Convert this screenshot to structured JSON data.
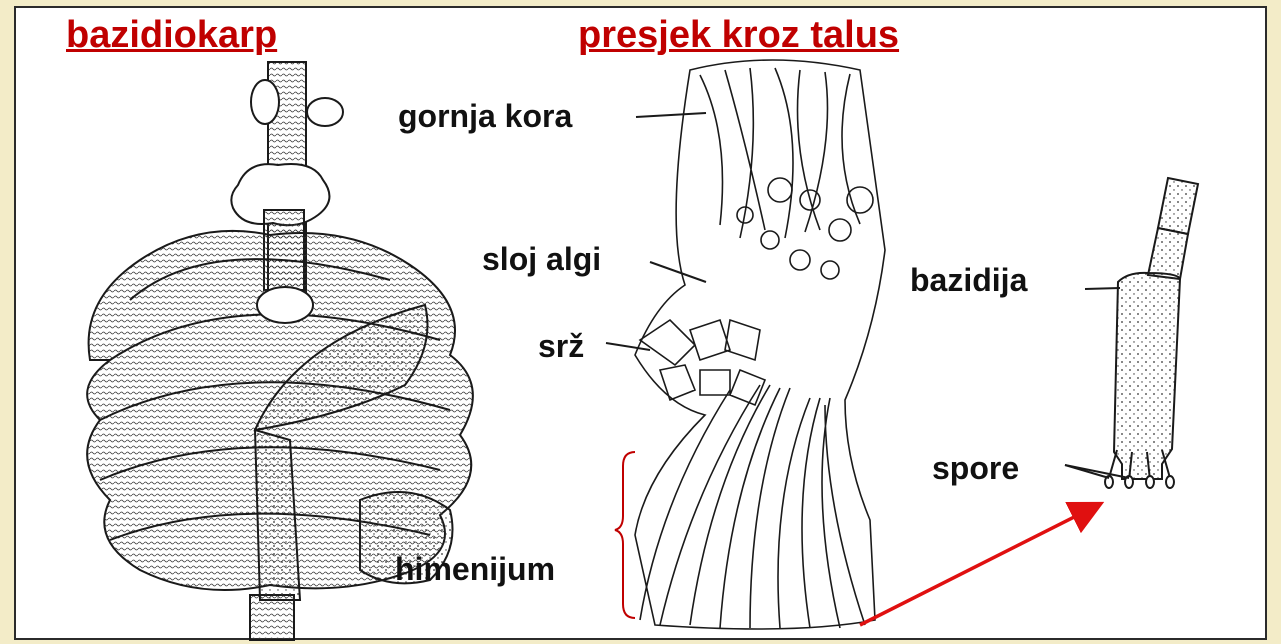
{
  "titles": {
    "left": "bazidiokarp",
    "right": "presjek kroz talus"
  },
  "labels": {
    "upper_cortex": "gornja kora",
    "algae_layer": "sloj algi",
    "medulla": "srž",
    "hymenium": "himenijum",
    "basidium": "bazidija",
    "spores": "spore"
  },
  "colors": {
    "background": "#f3ecc8",
    "title": "#c00000",
    "arrow": "#e01010",
    "ink": "#1a1a1a"
  }
}
